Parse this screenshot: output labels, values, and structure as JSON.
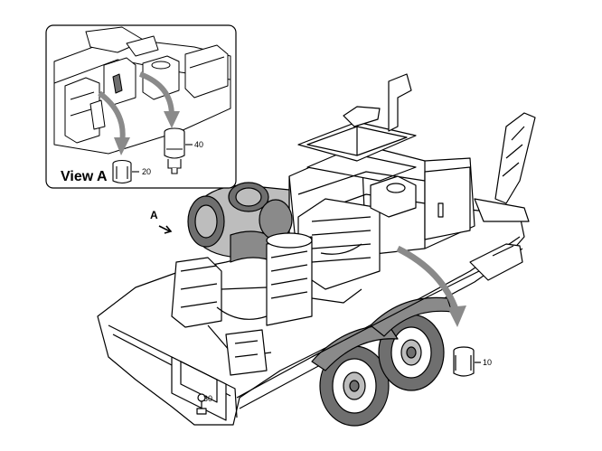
{
  "inset": {
    "title": "View A"
  },
  "view_marker": {
    "letter": "A"
  },
  "callouts": [
    {
      "id": "20",
      "label": "20"
    },
    {
      "id": "40",
      "label": "40"
    },
    {
      "id": "10",
      "label": "10"
    },
    {
      "id": "30",
      "label": "30"
    }
  ],
  "colors": {
    "line": "#000000",
    "background": "#ffffff",
    "shade": "#6f6f6f",
    "light_shade": "#bdbdbd"
  }
}
